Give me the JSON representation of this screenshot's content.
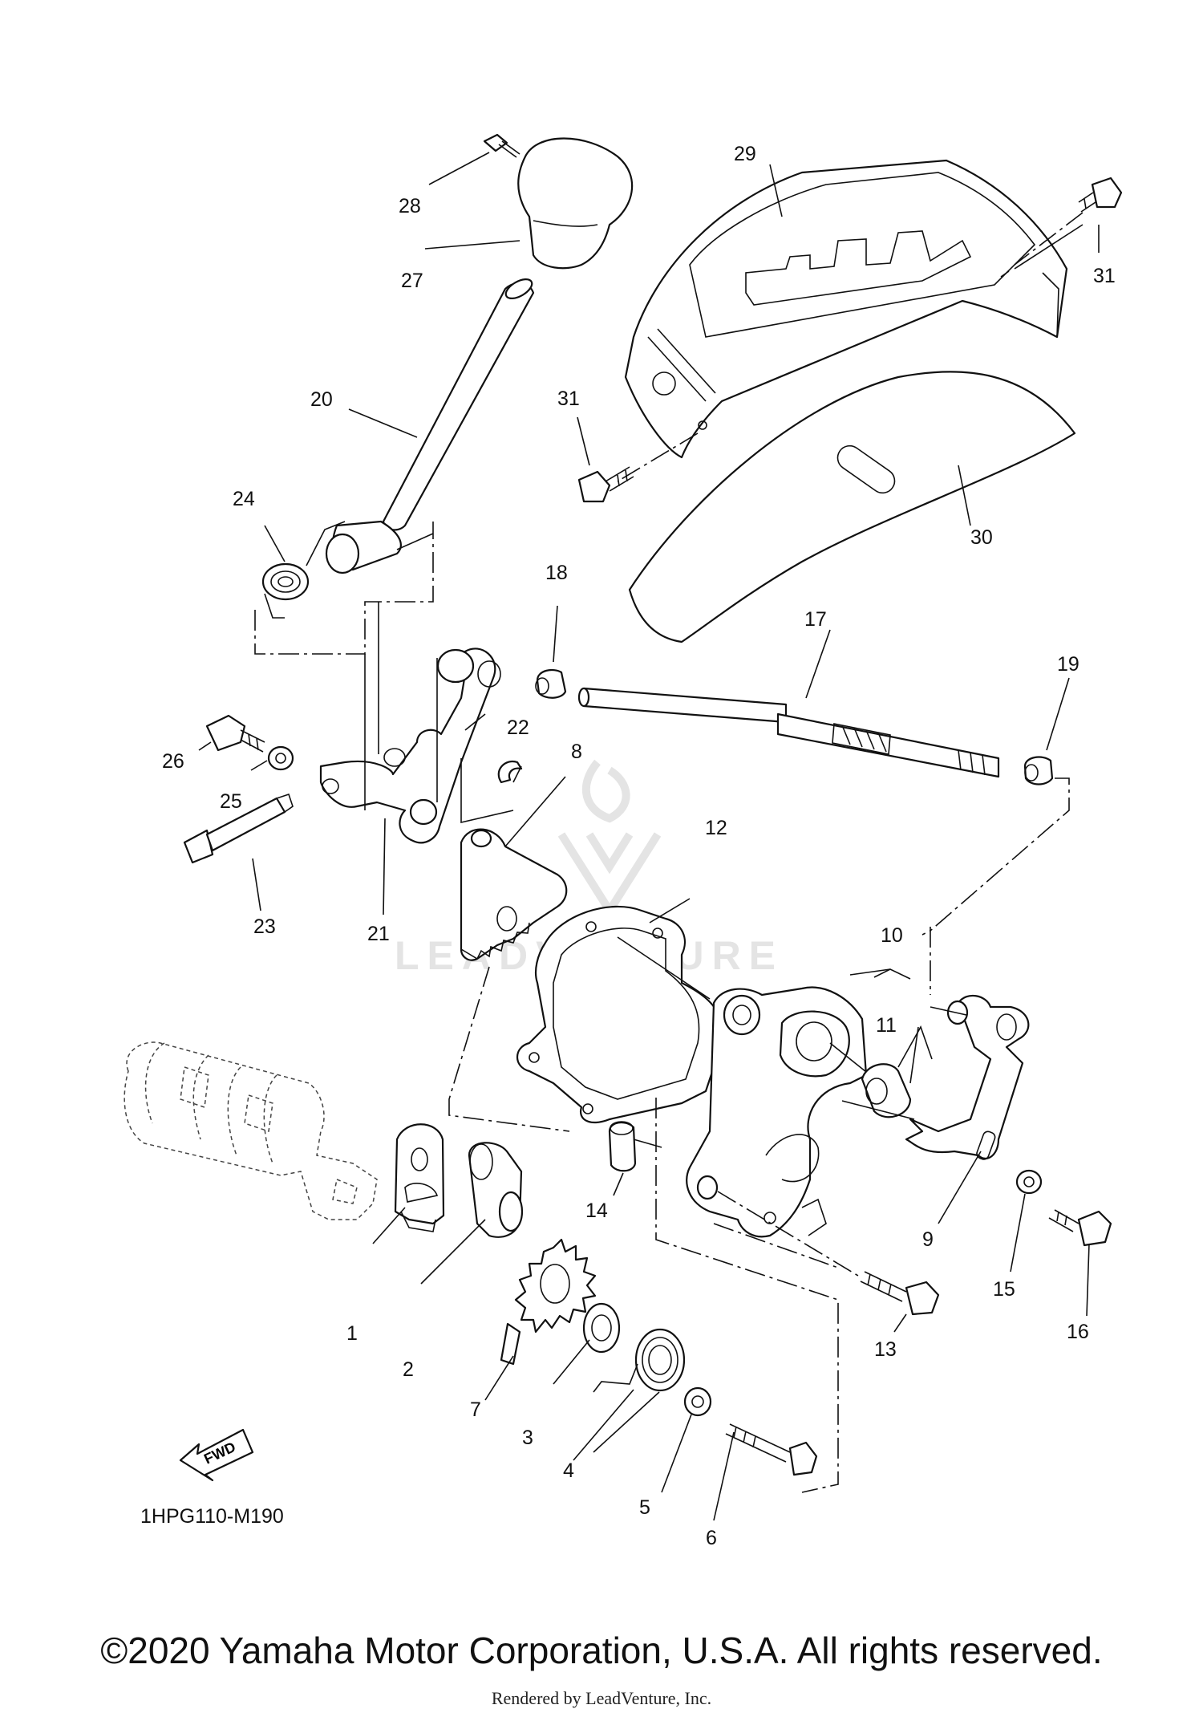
{
  "diagram": {
    "diagram_code": "1HPG110-M190",
    "watermark": "LEADVENTURE",
    "fwd_label": "FWD",
    "copyright": "©2020 Yamaha Motor Corporation, U.S.A. All rights reserved.",
    "rendered_by": "Rendered by LeadVenture, Inc.",
    "callouts": [
      "1",
      "2",
      "3",
      "4",
      "5",
      "6",
      "7",
      "8",
      "9",
      "10",
      "11",
      "12",
      "13",
      "14",
      "15",
      "16",
      "17",
      "18",
      "19",
      "20",
      "21",
      "22",
      "23",
      "24",
      "25",
      "26",
      "27",
      "28",
      "29",
      "30",
      "31",
      "31"
    ]
  }
}
